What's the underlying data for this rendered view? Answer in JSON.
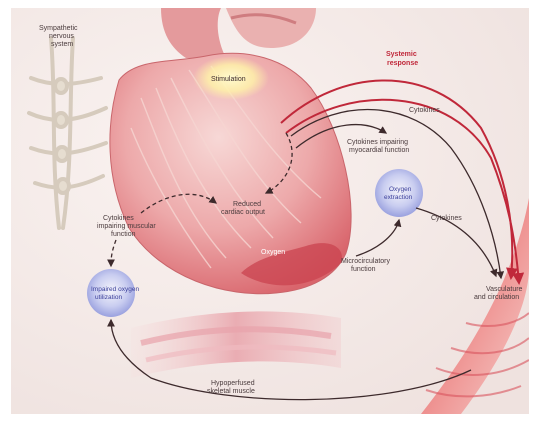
{
  "labels": {
    "sympathetic_nervous_system": [
      "Sympathetic",
      "nervous",
      "system"
    ],
    "stimulation": [
      "Stimulation"
    ],
    "systemic_response": [
      "Systemic",
      "response"
    ],
    "cytokines_top": [
      "Cytokines"
    ],
    "cytokines_impairing_myocardial": [
      "Cytokines impairing",
      "myocardial function"
    ],
    "reduced_cardiac_output": [
      "Reduced",
      "cardiac output"
    ],
    "cytokines_impairing_muscle": [
      "Cytokines",
      "impairing muscular",
      "function"
    ],
    "oxygen_extraction": [
      "Oxygen",
      "extraction"
    ],
    "cytokines_right": [
      "Cytokines"
    ],
    "microcirculatory_function": [
      "Microcirculatory",
      "function"
    ],
    "impaired_oxygen_utilization": [
      "Impaired oxygen",
      "utilization"
    ],
    "vasculature_dilation": [
      "Vasculature",
      "and circulation"
    ],
    "hypoperfused_skeletal_muscle": [
      "Hypoperfused",
      "skeletal muscle"
    ]
  },
  "colors": {
    "background": "#f5ecea",
    "heart": "#e88f93",
    "arrow_red": "#c0283a",
    "arrow_dark": "#3d2a2c",
    "bubble": "#8f97e0"
  }
}
